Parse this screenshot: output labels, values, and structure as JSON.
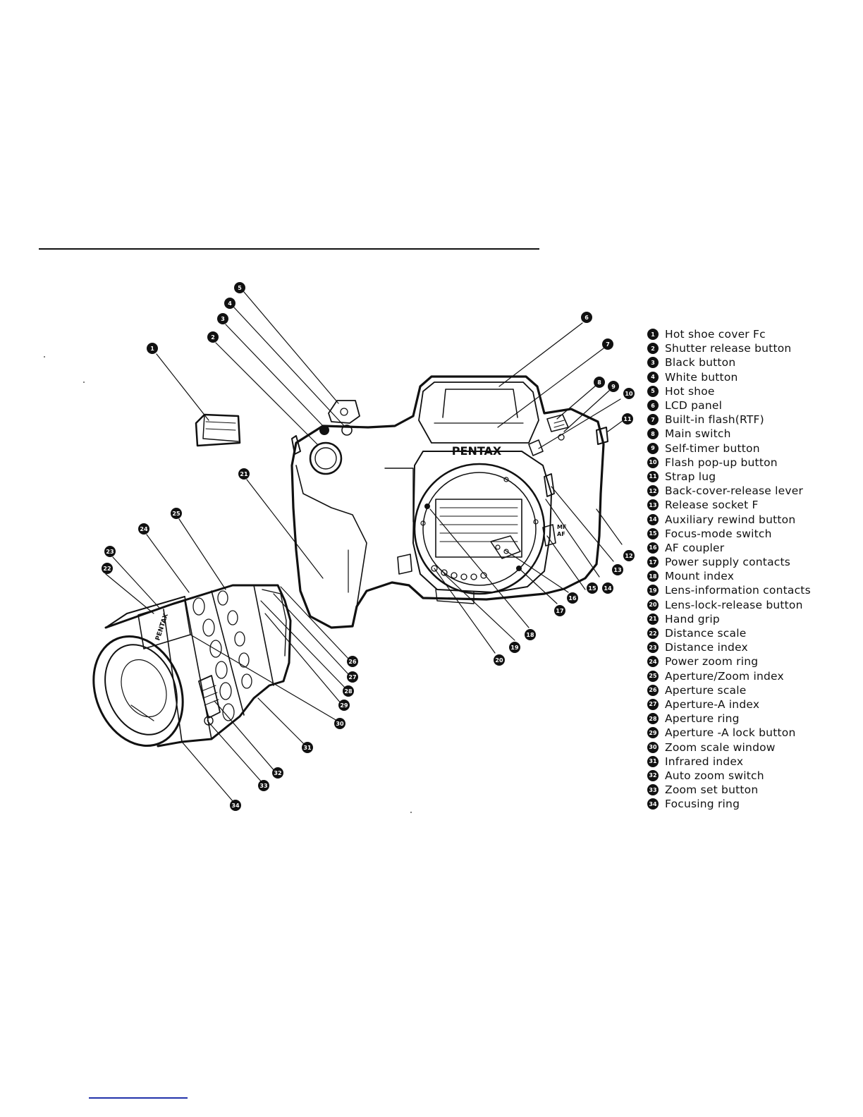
{
  "parts": [
    {
      "num": "1",
      "label": "Hot shoe cover Fc"
    },
    {
      "num": "2",
      "label": "Shutter release button"
    },
    {
      "num": "3",
      "label": "Black button"
    },
    {
      "num": "4",
      "label": "White button"
    },
    {
      "num": "5",
      "label": "Hot shoe"
    },
    {
      "num": "6",
      "label": "LCD panel"
    },
    {
      "num": "7",
      "label": "Built-in flash(RTF)"
    },
    {
      "num": "8",
      "label": "Main switch"
    },
    {
      "num": "9",
      "label": "Self-timer button"
    },
    {
      "num": "10",
      "label": "Flash pop-up button"
    },
    {
      "num": "11",
      "label": "Strap lug"
    },
    {
      "num": "12",
      "label": "Back-cover-release lever"
    },
    {
      "num": "13",
      "label": "Release socket F"
    },
    {
      "num": "14",
      "label": "Auxiliary rewind button"
    },
    {
      "num": "15",
      "label": "Focus-mode switch"
    },
    {
      "num": "16",
      "label": "AF coupler"
    },
    {
      "num": "17",
      "label": "Power supply contacts"
    },
    {
      "num": "18",
      "label": "Mount index"
    },
    {
      "num": "19",
      "label": "Lens-information contacts"
    },
    {
      "num": "20",
      "label": "Lens-lock-release button"
    },
    {
      "num": "21",
      "label": "Hand grip"
    },
    {
      "num": "22",
      "label": "Distance scale"
    },
    {
      "num": "23",
      "label": "Distance index"
    },
    {
      "num": "24",
      "label": "Power zoom ring"
    },
    {
      "num": "25",
      "label": "Aperture/Zoom index"
    },
    {
      "num": "26",
      "label": "Aperture scale"
    },
    {
      "num": "27",
      "label": "Aperture-A index"
    },
    {
      "num": "28",
      "label": "Aperture ring"
    },
    {
      "num": "29",
      "label": "Aperture -A lock button"
    },
    {
      "num": "30",
      "label": "Zoom scale window"
    },
    {
      "num": "31",
      "label": "Infrared index"
    },
    {
      "num": "32",
      "label": "Auto zoom switch"
    },
    {
      "num": "33",
      "label": "Zoom set button"
    },
    {
      "num": "34",
      "label": "Focusing ring"
    }
  ],
  "camera_brand": "PENTAX",
  "lens_brand": "PENTAX",
  "focus_switch_labels": {
    "mf": "MF",
    "af": "AF"
  }
}
